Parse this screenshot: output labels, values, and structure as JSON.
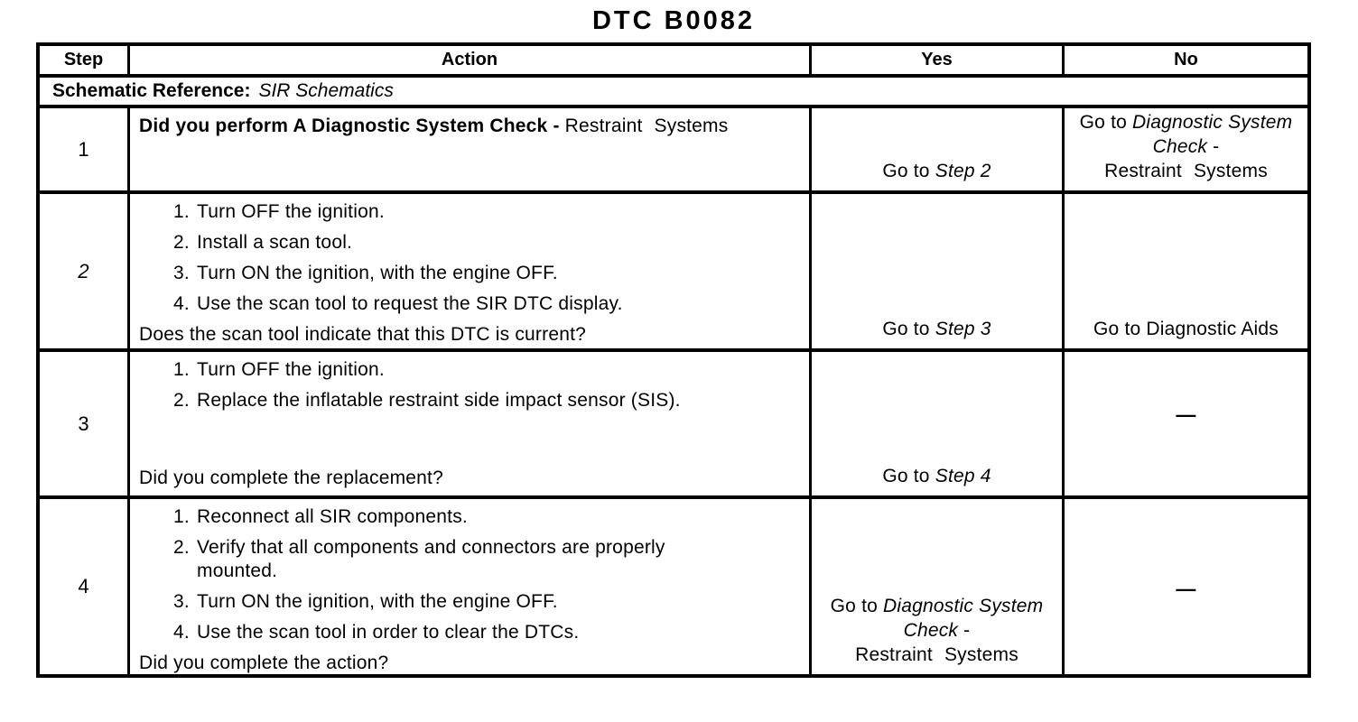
{
  "title": "DTC B0082",
  "colors": {
    "ink": "#000000",
    "paper": "#ffffff"
  },
  "table": {
    "headers": {
      "step": "Step",
      "action": "Action",
      "yes": "Yes",
      "no": "No"
    },
    "schematic": {
      "label": "Schematic Reference:",
      "value": "SIR Schematics"
    },
    "rows": [
      {
        "step": "1",
        "action": {
          "bold": "Did you perform A Diagnostic System Check - ",
          "normal": "Restraint Systems"
        },
        "yes": {
          "pre": "Go to ",
          "italic": "Step 2"
        },
        "no": {
          "pre": "Go to ",
          "italic": "Diagnostic System Check",
          "post": " -",
          "line2": "Restraint Systems"
        }
      },
      {
        "step": "2",
        "list": [
          "Turn OFF the ignition.",
          "Install a scan tool.",
          "Turn ON the ignition, with the engine OFF.",
          "Use the scan tool to request the SIR DTC display."
        ],
        "question": "Does the scan tool indicate that this DTC is current?",
        "yes": {
          "pre": "Go to ",
          "italic": "Step 3"
        },
        "no": {
          "text": "Go to Diagnostic Aids"
        }
      },
      {
        "step": "3",
        "list": [
          "Turn OFF the ignition.",
          "Replace the inflatable restraint side impact sensor (SIS)."
        ],
        "question": "Did you complete the replacement?",
        "yes": {
          "pre": "Go to ",
          "italic": "Step 4"
        },
        "no": {
          "dash": "—"
        }
      },
      {
        "step": "4",
        "list": [
          "Reconnect all SIR components.",
          "Verify that all components and connectors are properly mounted.",
          "Turn ON the ignition, with the engine OFF.",
          "Use the scan tool in order to clear the DTCs."
        ],
        "question": "Did you complete the action?",
        "yes": {
          "pre": "Go to ",
          "italic": "Diagnostic System Check",
          "post": " -",
          "line2": "Restraint Systems"
        },
        "no": {
          "dash": "—"
        }
      }
    ]
  }
}
